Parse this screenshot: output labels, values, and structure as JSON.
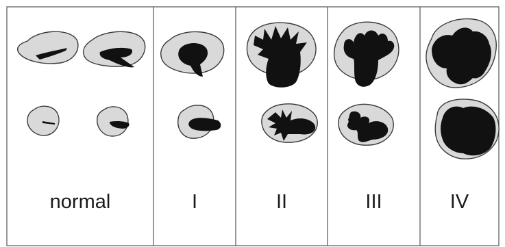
{
  "colors": {
    "background": "#ffffff",
    "kidney_fill": "#d9d9d9",
    "pelvis_fill": "#111111",
    "outline": "#3a3a3a",
    "divider": "#555555"
  },
  "columns": [
    {
      "label": "normal"
    },
    {
      "label": "I"
    },
    {
      "label": "II"
    },
    {
      "label": "III"
    },
    {
      "label": "IV"
    }
  ]
}
